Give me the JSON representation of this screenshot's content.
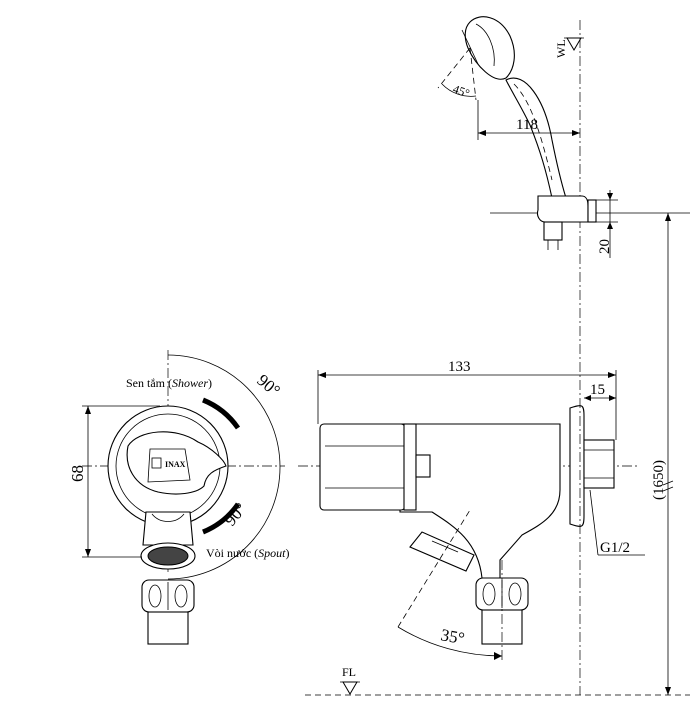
{
  "front_view": {
    "shower_label": "Sen tắm (",
    "shower_label_italic": "Shower",
    "shower_label_close": ")",
    "spout_label": "Vòi nước (",
    "spout_label_italic": "Spout",
    "spout_label_close": ")",
    "angle_top": "90°",
    "angle_bottom": "90°",
    "height_dim": "68",
    "logo": "INAX"
  },
  "side_view": {
    "length_dim": "133",
    "flange_dim": "15",
    "thread_label": "G1/2",
    "spout_angle": "35°",
    "install_height": "(1650)",
    "floor_level": "FL"
  },
  "shower_head": {
    "water_level": "WL",
    "spray_angle": "45°",
    "reach_dim": "118",
    "holder_height": "20"
  }
}
